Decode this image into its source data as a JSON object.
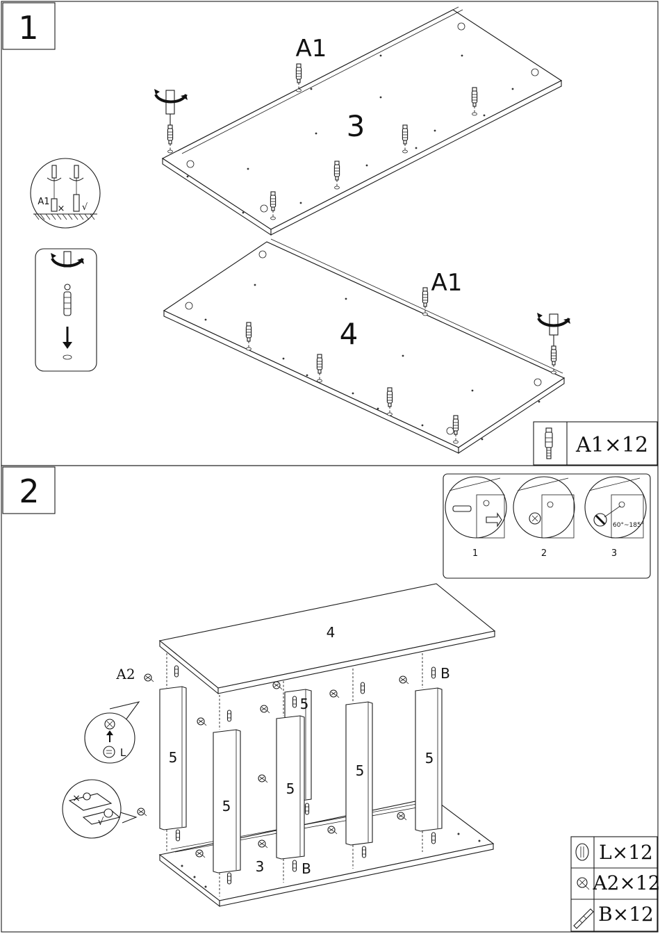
{
  "steps": [
    {
      "number": "1",
      "panel_labels": [
        "3",
        "4"
      ],
      "hardware_label": "A1",
      "inset_hardware_label": "A1",
      "inset_wrong_mark": "×",
      "inset_right_mark": "√",
      "parts_summary": [
        {
          "icon": "cam-bolt-icon",
          "text": "A1×12"
        }
      ]
    },
    {
      "number": "2",
      "top_panel_label": "4",
      "bottom_panel_label": "3",
      "leg_label": "5",
      "hardware_labels": {
        "cam": "A2",
        "dowel": "B",
        "lock": "L"
      },
      "inset_steps": [
        "1",
        "2",
        "3"
      ],
      "rotation_range": "60°~185°",
      "inset_wrong_mark": "×",
      "inset_right_mark": "√",
      "parts_summary": [
        {
          "icon": "cam-lock-icon",
          "text": "L×12"
        },
        {
          "icon": "cam-nut-icon",
          "text": "A2×12"
        },
        {
          "icon": "wood-dowel-icon",
          "text": "B×12"
        }
      ]
    }
  ]
}
